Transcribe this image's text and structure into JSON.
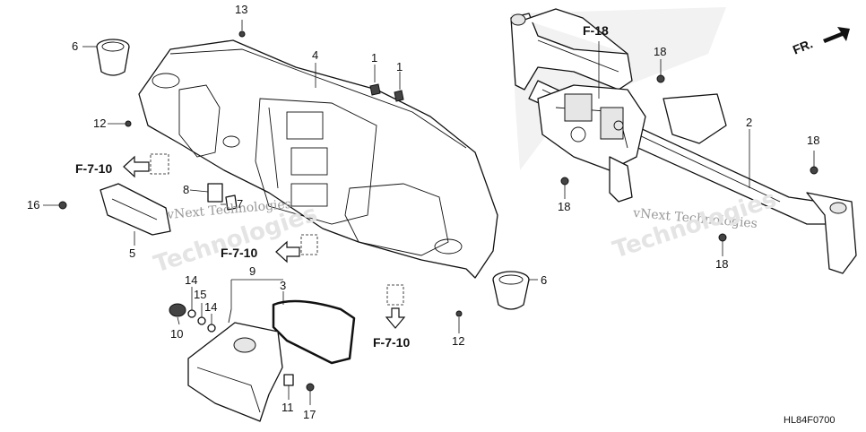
{
  "callouts": {
    "c1a": "1",
    "c1b": "1",
    "c2": "2",
    "c3": "3",
    "c4": "4",
    "c5": "5",
    "c6a": "6",
    "c6b": "6",
    "c7": "7",
    "c8": "8",
    "c9": "9",
    "c10": "10",
    "c11": "11",
    "c12a": "12",
    "c12b": "12",
    "c13": "13",
    "c14a": "14",
    "c14b": "14",
    "c15": "15",
    "c16": "16",
    "c17": "17",
    "c18a": "18",
    "c18b": "18",
    "c18c": "18",
    "c18d": "18"
  },
  "refs": {
    "f710a": "F-7-10",
    "f710b": "F-7-10",
    "f710c": "F-7-10",
    "f18": "F-18"
  },
  "direction": "FR.",
  "watermarks": {
    "brand1": "vNext Technologies",
    "tech1": "Technologies",
    "brand2": "vNext Technologies",
    "tech2": "Technologies"
  },
  "diagram_code": "HL84F0700"
}
